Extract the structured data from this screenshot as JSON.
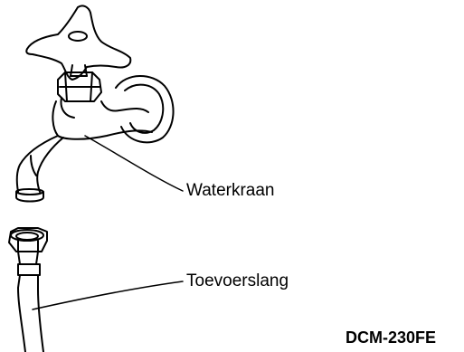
{
  "labels": {
    "tap": "Waterkraan",
    "hose": "Toevoerslang"
  },
  "model": "DCM-230FE",
  "colors": {
    "line": "#000000",
    "background": "#ffffff"
  }
}
